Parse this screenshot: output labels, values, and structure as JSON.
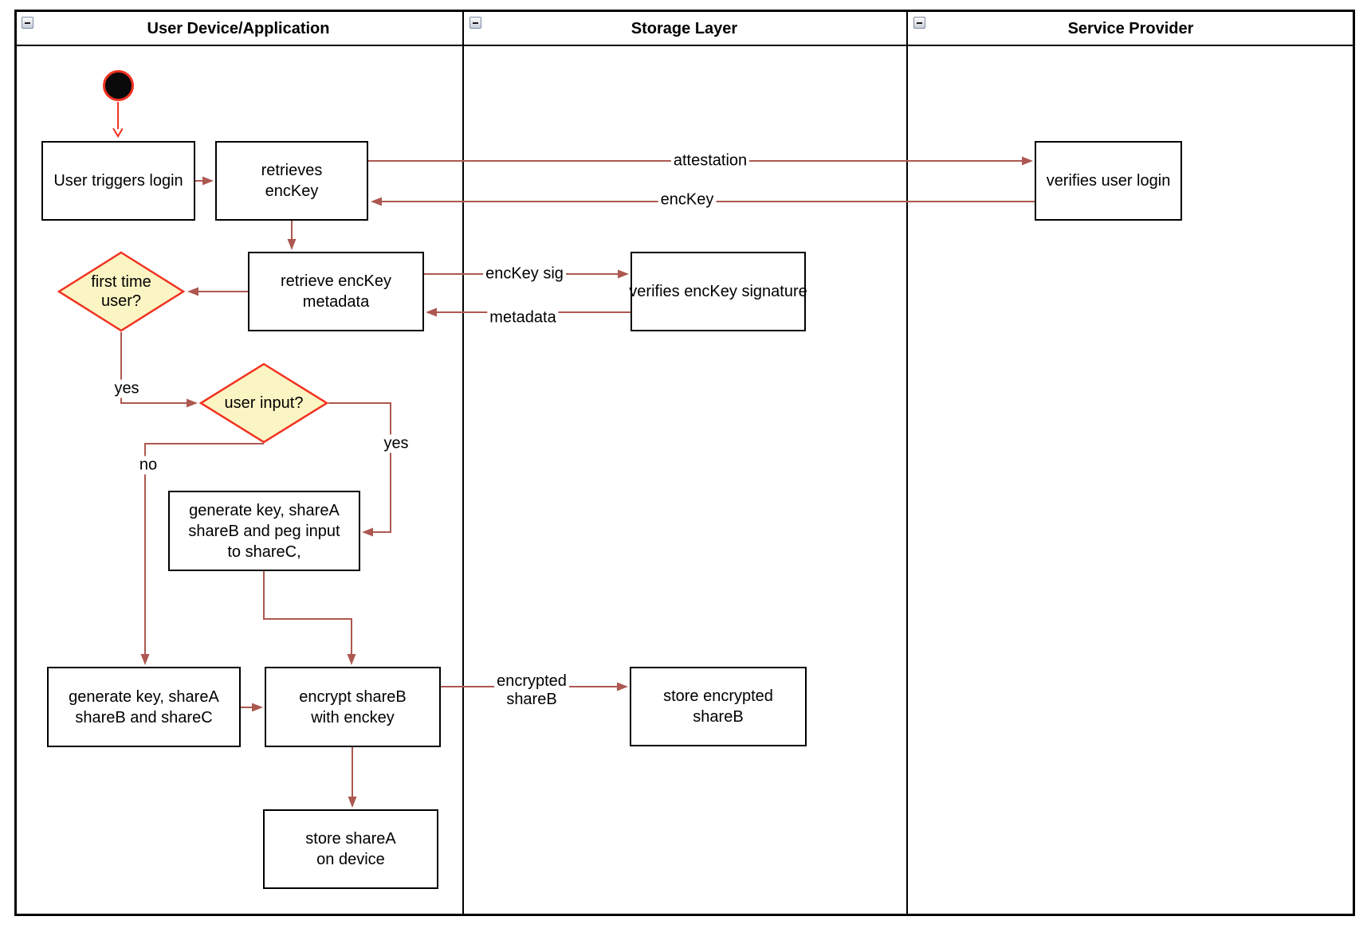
{
  "diagram": {
    "type": "swimlane-flowchart",
    "lanes": [
      {
        "title": "User Device/Application"
      },
      {
        "title": "Storage Layer"
      },
      {
        "title": "Service Provider"
      }
    ],
    "nodes": {
      "start": {
        "shape": "initial-state-circle"
      },
      "user_triggers_login": {
        "label": "User triggers login"
      },
      "retrieves_enckey": {
        "label": "retrieves\nencKey"
      },
      "verifies_user_login": {
        "label": "verifies user login"
      },
      "retrieve_enckey_metadata": {
        "label": "retrieve encKey\nmetadata"
      },
      "verifies_enckey_signature": {
        "label": "verifies encKey signature"
      },
      "first_time_user": {
        "label": "first time\nuser?",
        "shape": "decision-diamond"
      },
      "user_input": {
        "label": "user input?",
        "shape": "decision-diamond"
      },
      "generate_key_peg_input": {
        "label": "generate key, shareA\nshareB and peg input\nto shareC,"
      },
      "generate_key_sharec": {
        "label": "generate key, shareA\nshareB and shareC"
      },
      "encrypt_shareb": {
        "label": "encrypt shareB\nwith enckey"
      },
      "store_encrypted_shareb": {
        "label": "store encrypted\nshareB"
      },
      "store_sharea": {
        "label": "store shareA\non device"
      }
    },
    "edge_labels": {
      "attestation": "attestation",
      "enckey": "encKey",
      "enckey_sig": "encKey sig",
      "metadata": "metadata",
      "encrypted_shareb": "encrypted\nshareB",
      "yes_first_time": "yes",
      "yes_user_input": "yes",
      "no_user_input": "no"
    },
    "colors": {
      "arrow_color": "#ac5850",
      "accent_red": "#f23220",
      "diamond_fill": "#fbf5c3",
      "frame_color": "#000000"
    }
  }
}
